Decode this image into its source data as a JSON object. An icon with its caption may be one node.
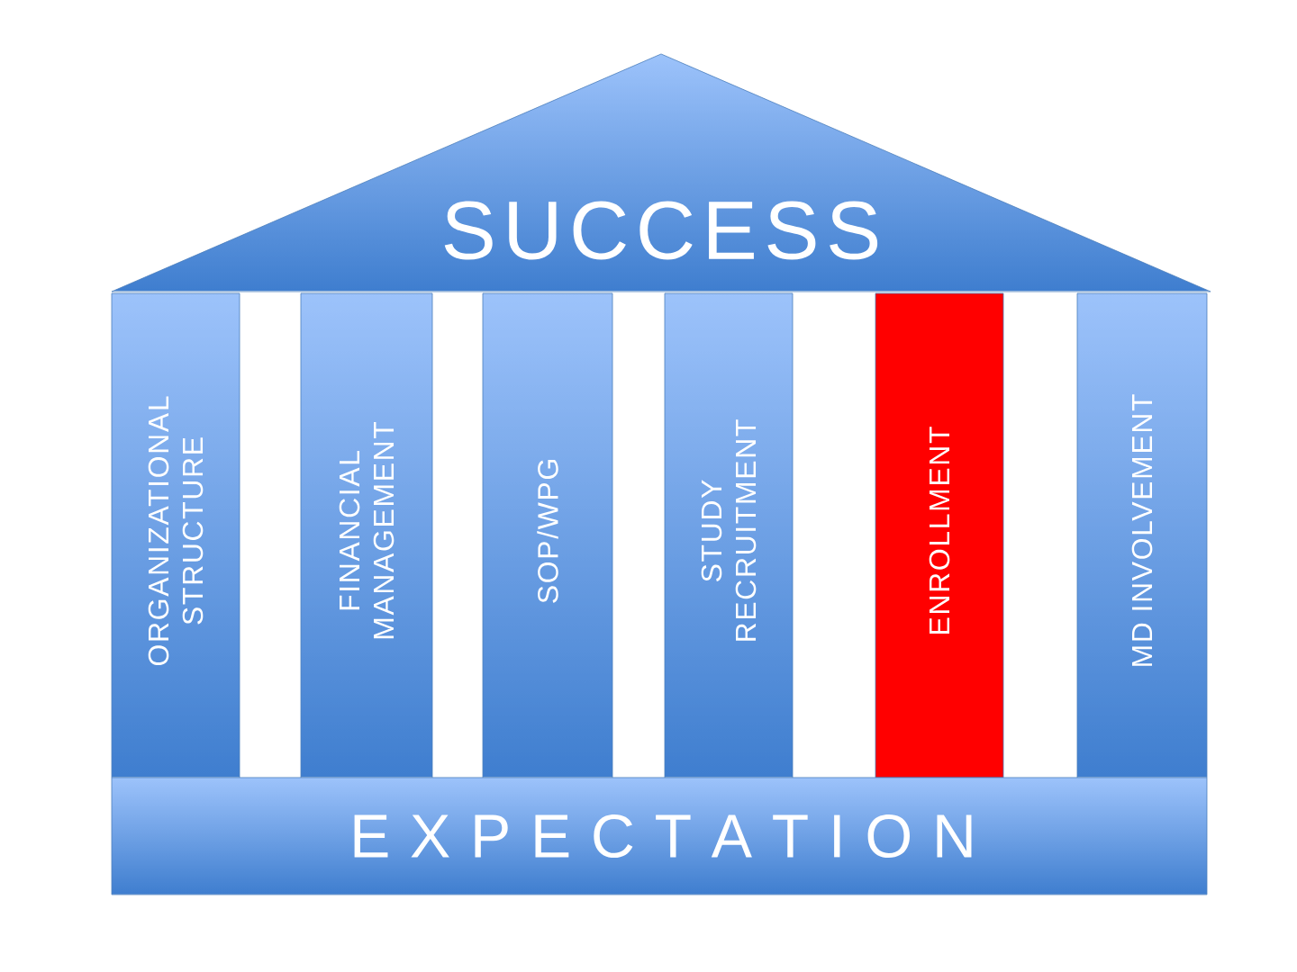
{
  "diagram": {
    "nodes": [
      {
        "text": [
          "SUCCESS"
        ]
      },
      {
        "text": [
          "ORGANIZATIONAL STRUCTURE"
        ]
      },
      {
        "text": [
          "FINANCIAL MANAGEMENT"
        ]
      },
      {
        "text": [
          "SOP/WPG"
        ]
      },
      {
        "text": [
          "STUDY RECRUITMENT"
        ]
      },
      {
        "text": [
          "ENROLLMENT"
        ]
      },
      {
        "text": [
          "MD INVOLVEMENT"
        ]
      },
      {
        "text": [
          "E X P E C T A T I O N"
        ]
      }
    ]
  }
}
